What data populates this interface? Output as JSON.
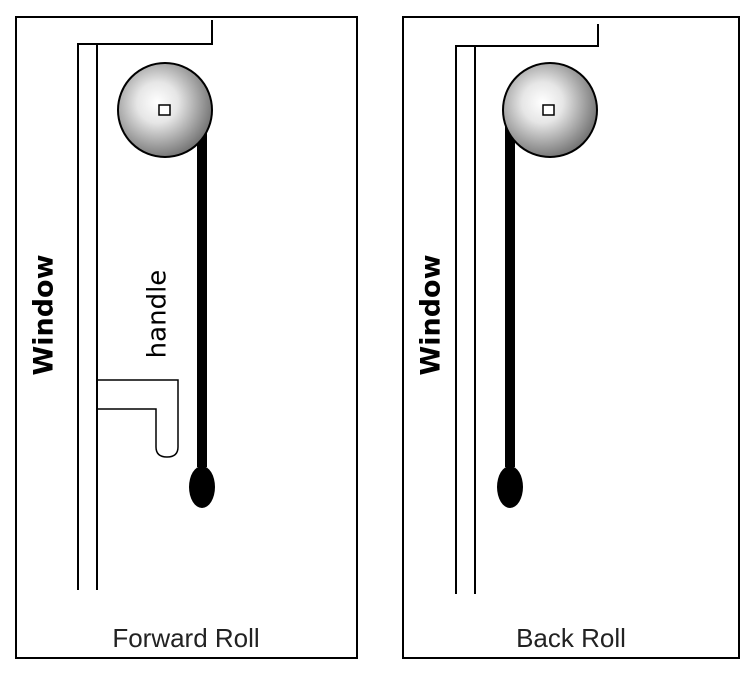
{
  "panels": [
    {
      "window_label": "Window",
      "handle_label": "handle",
      "caption": "Forward Roll"
    },
    {
      "window_label": "Window",
      "caption": "Back Roll"
    }
  ]
}
